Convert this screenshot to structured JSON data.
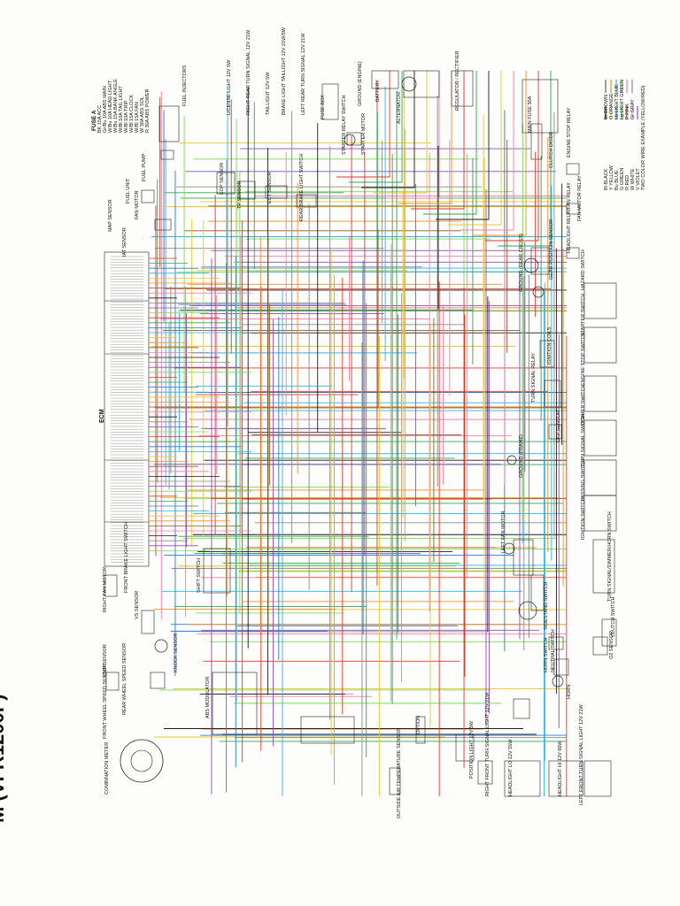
{
  "title": "M (VFR1200F)",
  "ecm_label": "ECM",
  "fuse_box": {
    "heading": "FUSE A",
    "rows": [
      "BK  15A  ACC",
      "Gr/Bu  10A  ABS MAIN",
      "W/Bu  10A  HEAD LIGHT",
      "W/Bu  15A  BANK ANGLE",
      "W/Bl  10A  TAIL LIGHT",
      "W/Bl  10A  TRIP",
      "W/Bl  15A  CLOCK",
      "W/Bl  15A  FAN",
      "W  30A  ABS SOL",
      "R  30A  ABS POWER"
    ]
  },
  "components": [
    "FUEL INJECTORS",
    "FUEL PUMP",
    "FUEL UNIT",
    "FAN MOTOR",
    "MAP SENSOR",
    "IAT SENSOR",
    "EOP SENSOR",
    "TP SENSOR",
    "ECT SENSOR",
    "REAR BRAKE LIGHT SWITCH",
    "LICENSE LIGHT 12V 5W",
    "RIGHT REAR TURN SIGNAL 12V 21W",
    "TAILLIGHT 12V 5W",
    "BRAKE LIGHT TAILLIGHT 12V 21W/5W",
    "LEFT REAR TURN SIGNAL 12V 21W",
    "FUSE BOX",
    "STARTER RELAY SWITCH",
    "STARTER MOTOR",
    "GROUND (ENGINE)",
    "BATTERY",
    "ALTERNATOR",
    "REGULATOR / RECTIFIER",
    "MAIN FUSE 30A",
    "CLUTCH DIODE",
    "ENGINE STOP RELAY",
    "FAN RELAY",
    "FAN MOTOR RELAY",
    "HEADLIGHT RELAY",
    "GEAR POSITION SENSOR",
    "GROUND (REAR CROSS)",
    "HAZARD SWITCH",
    "STARTER SWITCH",
    "IGNITION COILS",
    "ENGINE STOP SWITCH",
    "TURN SIGNAL RELAY",
    "DIMMER SWITCH",
    "CKP SENSOR",
    "TURN SIGNAL SWITCH",
    "GROUND (FRAME)",
    "IGNITION SWITCH",
    "PASSING SWITCH",
    "HORN SWITCH",
    "LEFT FAN MOTOR",
    "TURN SIGNAL/DIMMER/HORN SWITCH",
    "CLUTCH SWITCH",
    "SIDESTAND SWITCH",
    "O2 SENSOR",
    "NEUTRAL SWITCH",
    "HORN",
    "OPTION",
    "POSITION LIGHT 12V 5W",
    "RIGHT FRONT TURN SIGNAL LIGHT 12V 21W",
    "HEADLIGHT LO 12V 55W",
    "HEADLIGHT HI 12V 60W",
    "LEFT FRONT TURN SIGNAL LIGHT 12V 21W",
    "OUTSIDE AIR TEMPERATURE SENSOR",
    "COMBINATION METER",
    "FRONT WHEEL SPEED SENSOR",
    "REAR WHEEL SPEED SENSOR",
    "ABS MODULATOR",
    "CMP SENSOR",
    "KNOCK SENSOR",
    "VS SENSOR",
    "RIGHT FAN MOTOR",
    "FRONT BRAKE LIGHT SWITCH",
    "SHIFT SWITCH"
  ],
  "legend": {
    "left_column": [
      "Bl  BLACK",
      "Y  YELLOW",
      "Bu  BLUE",
      "G  GREEN",
      "R  RED",
      "W  WHITE",
      "V  VIOLET"
    ],
    "right_column": [
      "Br  BROWN",
      "O  ORANGE",
      "Lb  LIGHT BLUE",
      "Lg  LIGHT GREEN",
      "P  PINK",
      "Gr  GRAY"
    ],
    "note": "TWO COLOR WIRE EXAMPLE (YELLOW/RED)"
  },
  "wire_colors": {
    "red": "#e0392b",
    "green": "#2fa84f",
    "blue": "#2a78d2",
    "lightblue": "#29b6e6",
    "yellow": "#e6c72a",
    "orange": "#f0902a",
    "brown": "#8a5a2b",
    "pink": "#ee7fb0",
    "black": "#1b1b1b",
    "gray": "#8a8a8a",
    "violet": "#8a4fb8",
    "lightgreen": "#7ed957"
  }
}
